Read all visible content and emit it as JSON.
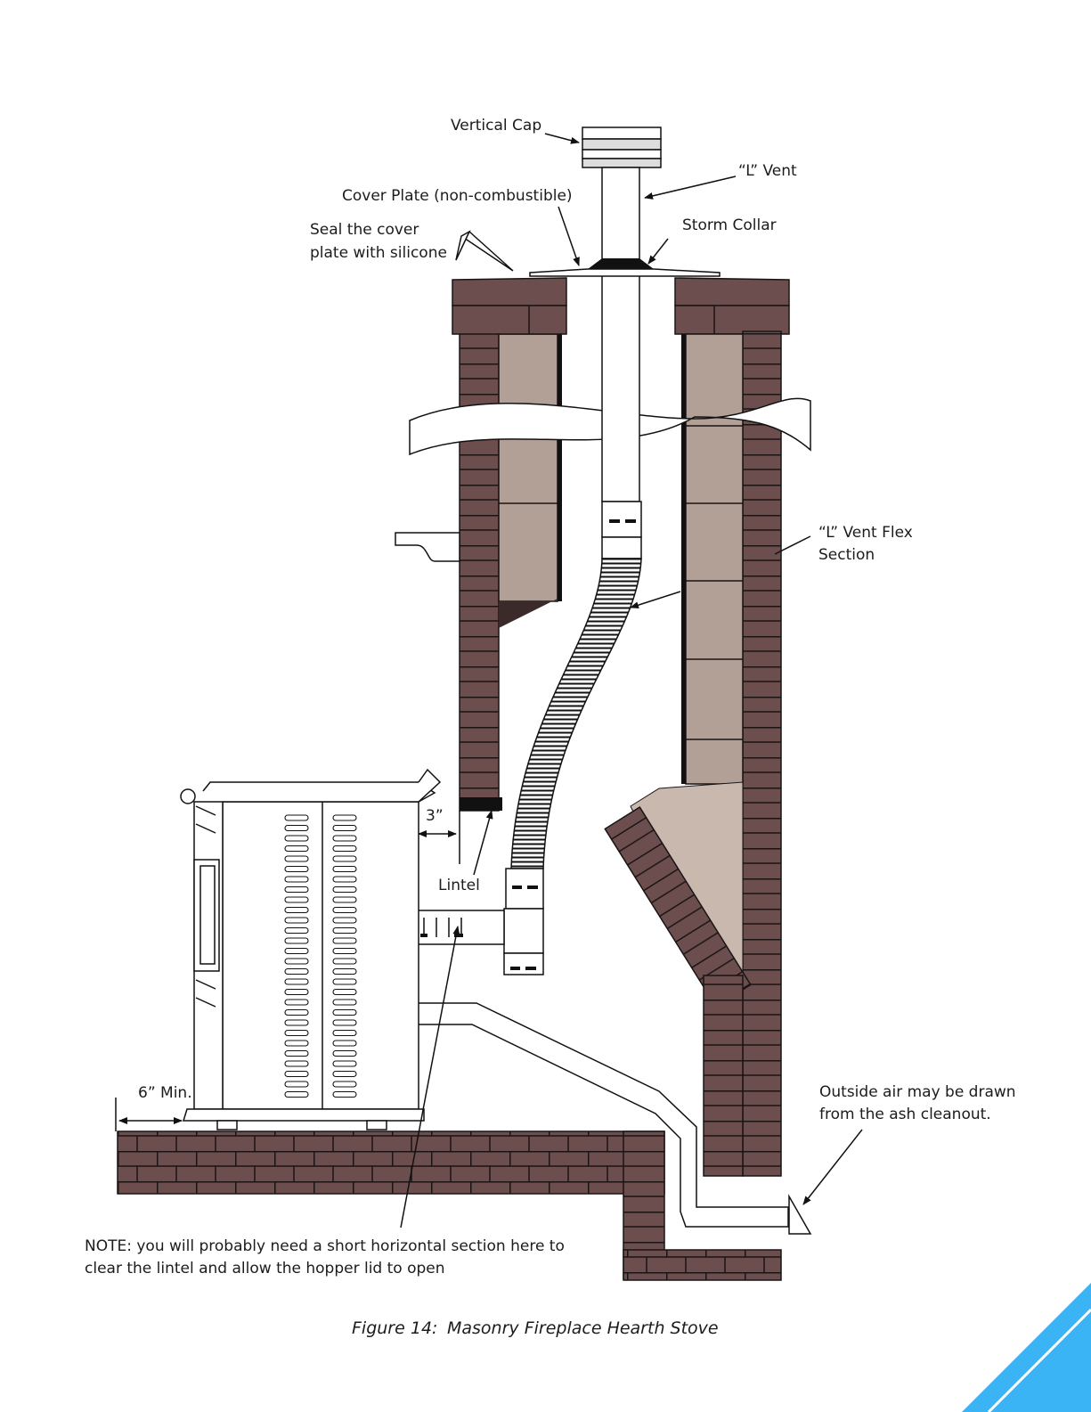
{
  "labels": {
    "vertical_cap": "Vertical Cap",
    "l_vent": "“L” Vent",
    "cover_plate": "Cover Plate (non-combustible)",
    "storm_collar": "Storm Collar",
    "seal_line1": "Seal the cover",
    "seal_line2": "plate with silicone",
    "flex_line1": "“L” Vent Flex",
    "flex_line2": "Section",
    "clearance_3": "3”",
    "lintel": "Lintel",
    "min_6": "6” Min.",
    "outside_line1": "Outside air may be drawn",
    "outside_line2": "from the ash cleanout.",
    "note_line1": "NOTE: you will probably need a short horizontal section here to",
    "note_line2": "clear the lintel and allow the hopper lid to open"
  },
  "caption": {
    "figure": "Figure 14:",
    "title": "Masonry Fireplace Hearth Stove"
  },
  "colors": {
    "brick": "#6c4e4f",
    "liner": "#b2a097",
    "corner_accent": "#3bb4f5"
  }
}
